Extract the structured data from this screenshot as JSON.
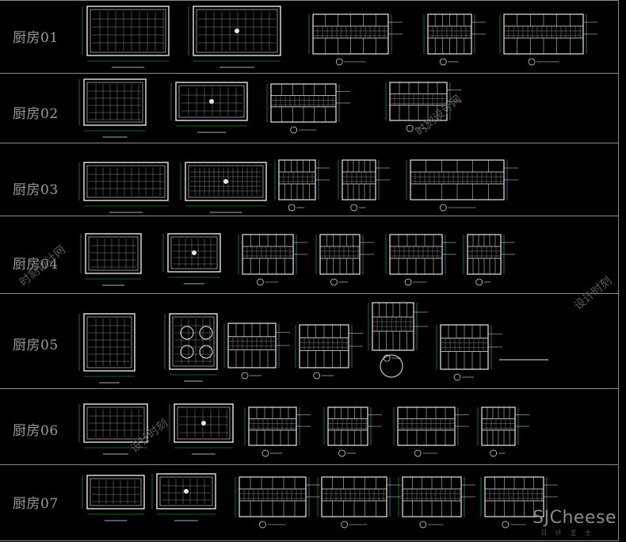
{
  "rows": [
    {
      "label": "厨房01"
    },
    {
      "label": "厨房02"
    },
    {
      "label": "厨房03"
    },
    {
      "label": "厨房04"
    },
    {
      "label": "厨房05"
    },
    {
      "label": "厨房06"
    },
    {
      "label": "厨房07"
    }
  ],
  "watermarks": [
    "时刻设计网",
    "设计时刻",
    "时刻设计网",
    "设计时刻"
  ],
  "brand": {
    "name": "SJCheese",
    "sub": "日 计 芝 士"
  },
  "colors": {
    "line": "#e6e6e6",
    "dim": "#22c43a",
    "cyan": "#24b5c7",
    "grid": "#8a8a8a"
  }
}
